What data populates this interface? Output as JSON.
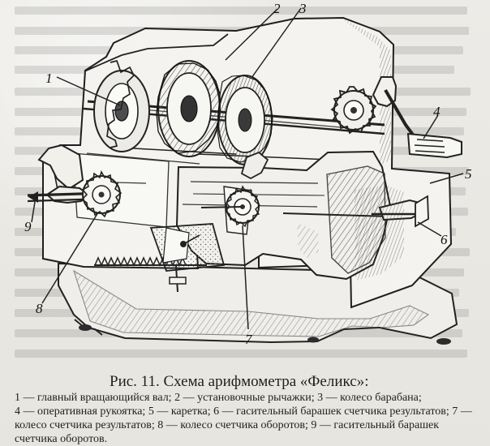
{
  "figure": {
    "labels": {
      "1": "1",
      "2": "2",
      "3": "3",
      "4": "4",
      "5": "5",
      "6": "6",
      "7": "7",
      "8": "8",
      "9": "9"
    },
    "caption_title": "Рис. 11. Схема арифмометра «Феликс»:",
    "caption_lines": [
      "1 — главный вращающийся вал; 2 — установочные рычажки; 3 — колесо барабана;",
      "4 — оперативная рукоятка; 5 — каретка; 6 — гасительный барашек счетчика результатов; 7 — колесо счетчика результатов; 8 — колесо счетчика оборотов; 9 — гасительный барашек счетчика оборотов."
    ]
  }
}
